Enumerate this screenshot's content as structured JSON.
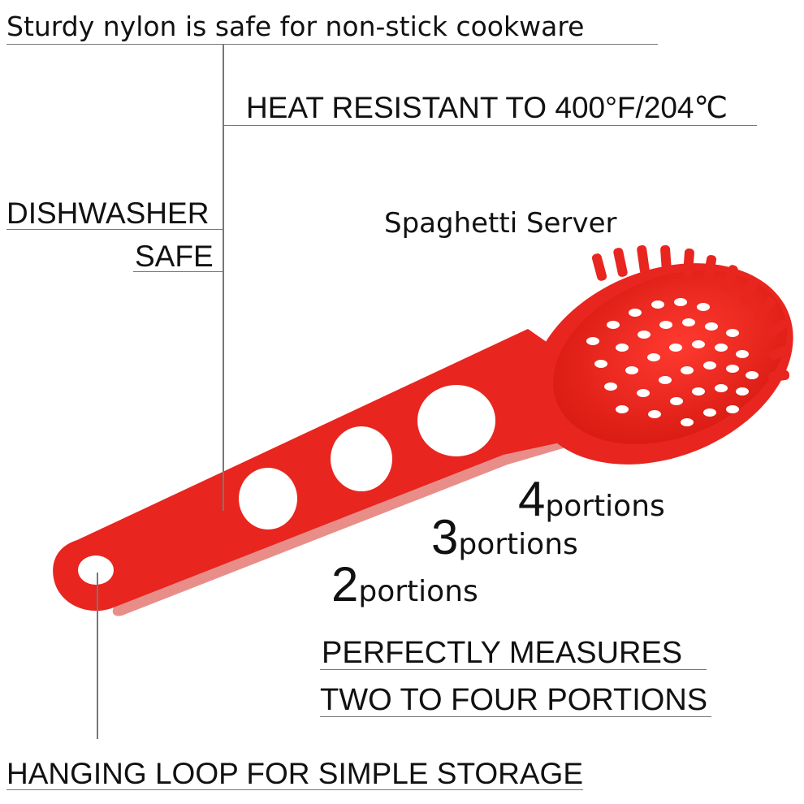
{
  "callouts": {
    "nylon": "Sturdy nylon is safe for non-stick cookware",
    "heat": "HEAT RESISTANT TO 400°F/204℃",
    "dishwasher_line1": "DISHWASHER",
    "dishwasher_line2": "SAFE",
    "product_name": "Spaghetti Server",
    "measures_line1": "PERFECTLY MEASURES",
    "measures_line2": "TWO TO FOUR PORTIONS",
    "hanging": "HANGING LOOP FOR SIMPLE STORAGE"
  },
  "portions": [
    {
      "number": "4",
      "label": "portions"
    },
    {
      "number": "3",
      "label": "portions"
    },
    {
      "number": "2",
      "label": "portions"
    }
  ],
  "colors": {
    "utensil_red": "#e8251f",
    "utensil_dark": "#c8160f",
    "leader_line": "#777777"
  }
}
